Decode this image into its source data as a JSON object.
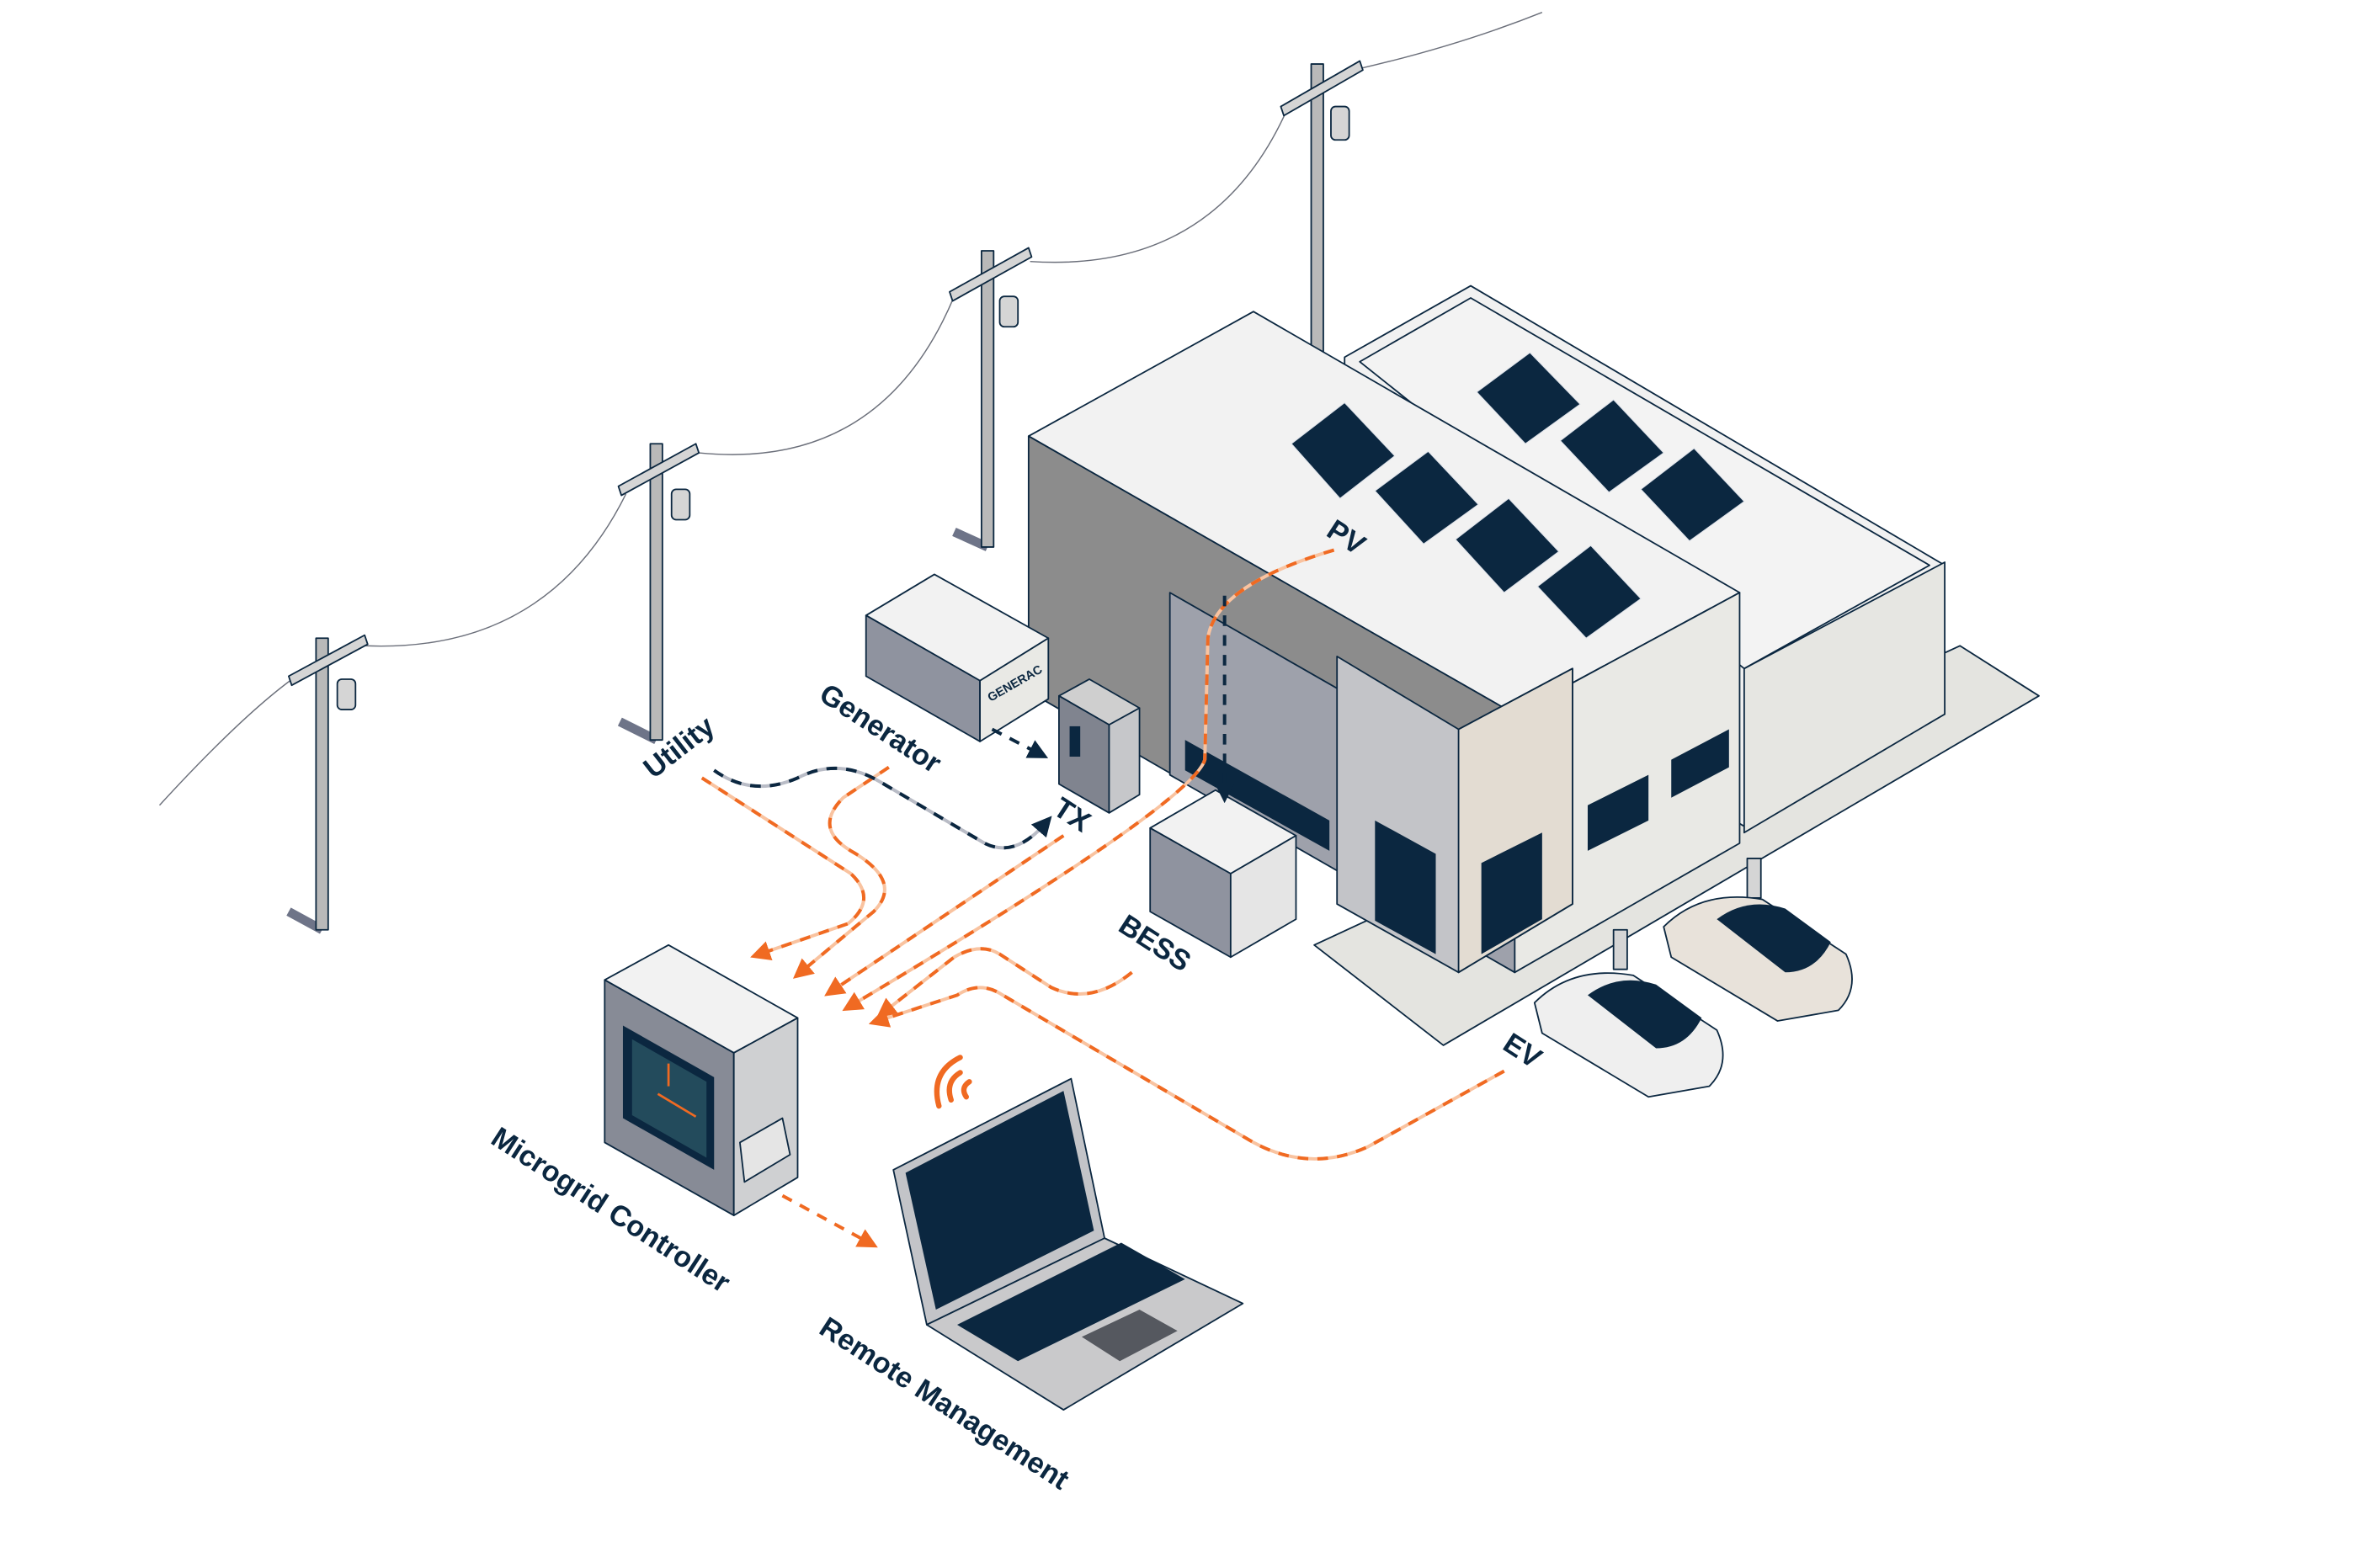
{
  "diagram": {
    "labels": {
      "utility": "Utility",
      "generator": "Generator",
      "tx": "TX",
      "pv": "PV",
      "bess": "BESS",
      "ev": "EV",
      "controller": "Microgrid Controller",
      "remote": "Remote Management"
    },
    "brand": "GENERAC",
    "colors": {
      "accent": "#f06a22",
      "navy": "#0b2740",
      "screen": "#234b5c"
    }
  }
}
